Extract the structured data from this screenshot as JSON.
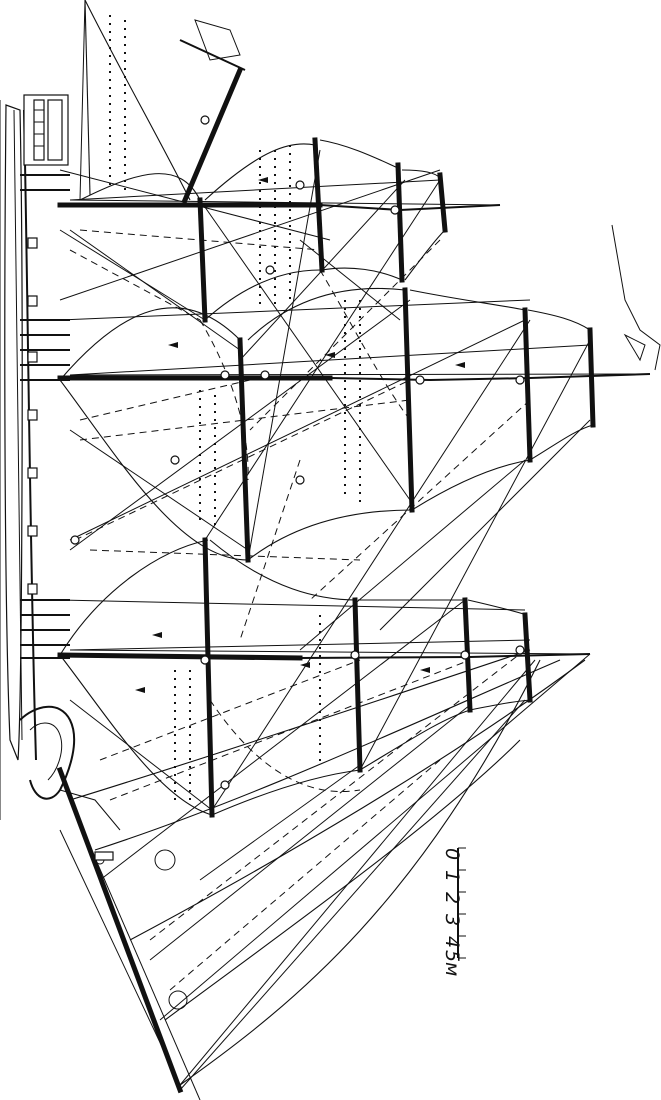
{
  "figure": {
    "subject": "sailing-ship-rigging-diagram",
    "colors": {
      "ink": "#111111",
      "paper": "#ffffff"
    }
  },
  "scale_bar": {
    "ticks": [
      "0",
      "1",
      "2",
      "3",
      "4",
      "5"
    ],
    "unit": "м"
  }
}
